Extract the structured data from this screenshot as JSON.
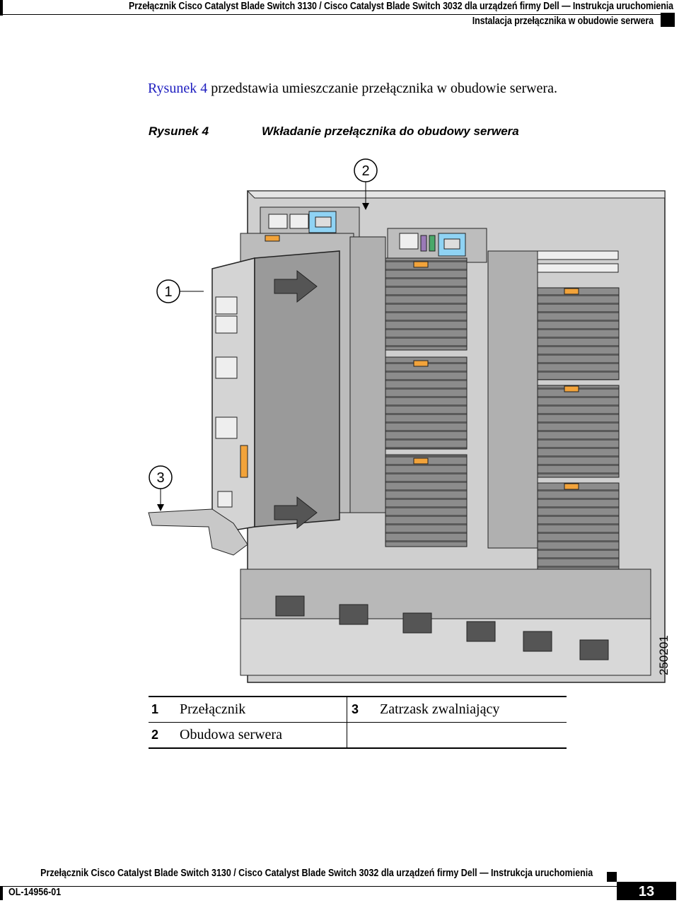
{
  "header": {
    "line1": "Przełącznik Cisco Catalyst Blade Switch 3130 / Cisco Catalyst Blade Switch 3032 dla urządzeń firmy Dell — Instrukcja uruchomienia",
    "line2": "Instalacja przełącznika w obudowie serwera"
  },
  "intro": {
    "ref": "Rysunek 4",
    "text": " przedstawia umieszczanie przełącznika w obudowie serwera."
  },
  "figure": {
    "label": "Rysunek 4",
    "title": "Wkładanie przełącznika do obudowy serwera",
    "callouts": [
      "1",
      "2",
      "3"
    ],
    "figure_id": "250201"
  },
  "legend": {
    "rows": [
      {
        "num1": "1",
        "text1": "Przełącznik",
        "num2": "3",
        "text2": "Zatrzask zwalniający"
      },
      {
        "num1": "2",
        "text1": "Obudowa serwera",
        "num2": "",
        "text2": ""
      }
    ]
  },
  "footer": {
    "title": "Przełącznik Cisco Catalyst Blade Switch 3130 / Cisco Catalyst Blade Switch 3032 dla urządzeń firmy Dell — Instrukcja uruchomienia",
    "doc_number": "OL-14956-01",
    "page": "13"
  },
  "colors": {
    "accent_blue": "#8fd3f4",
    "latch_orange": "#f2a33a",
    "chassis_gray": "#9a9a9a"
  }
}
